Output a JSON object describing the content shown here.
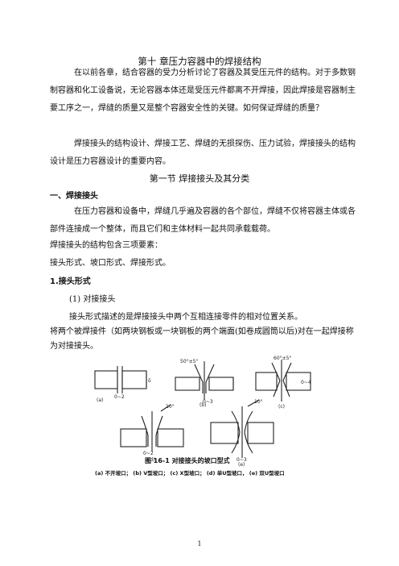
{
  "chapter_title": "第十  章压力容器中的焊接结构",
  "intro_p1": "在以前各章，结合容器的受力分析讨论了容器及其受压元件的结构。对于多数钢制容器和化工设备说，无论容器本体还是受压元件都离不开焊接，因此焊接是容器制主要工序之一，焊缝的质量又是整个容器安全性的关键。如何保证焊缝的质量？",
  "intro_p2": "焊接接头的结构设计、焊接工艺、焊缝的无损探伤、压力试验，焊接接头的结构设计是压力容器设计的重要内容。",
  "section_title": "第一节    焊接接头及其分类",
  "heading_1": "一、焊接接头",
  "p_joint": "在压力容器和设备中，焊缝几乎遍及容器的各个部位，焊缝不仅将容器主体或各部件连接成一个整体，而且它们和主体材料一起共同承载载荷。",
  "line_three_elements": "焊接接头的结构包含三项要素：",
  "line_elements_list": "接头形式、坡口形式、焊接形式。",
  "heading_2": "1.接头形式",
  "item_1": "(1)  对接接头",
  "line_desc": "接头形式描述的是焊接接头中两个互相连接零件的相对位置关系。",
  "line_def": "将两个被焊接件（如两块钢板或一块钢板的两个端面(如卷成圆筒以后)对在一起焊接称为对接接头。",
  "figure": {
    "labels": [
      "(a)",
      "(b)",
      "(c)",
      "(d)",
      "(e)"
    ],
    "angles": [
      "50°±5°",
      "60°±5°",
      "10°",
      "10°"
    ],
    "dims": [
      "0~2",
      "0~3",
      "0~4",
      "δ",
      "0~2",
      "0~3"
    ],
    "caption": "图  16-1    对接接头的坡口型式",
    "subcaption": "(a) 不开坡口；  (b)  V型坡口；  (c)  X型坡口；  (d)  单U型坡口，  (e)  双U型坡口"
  },
  "page_number": "1"
}
